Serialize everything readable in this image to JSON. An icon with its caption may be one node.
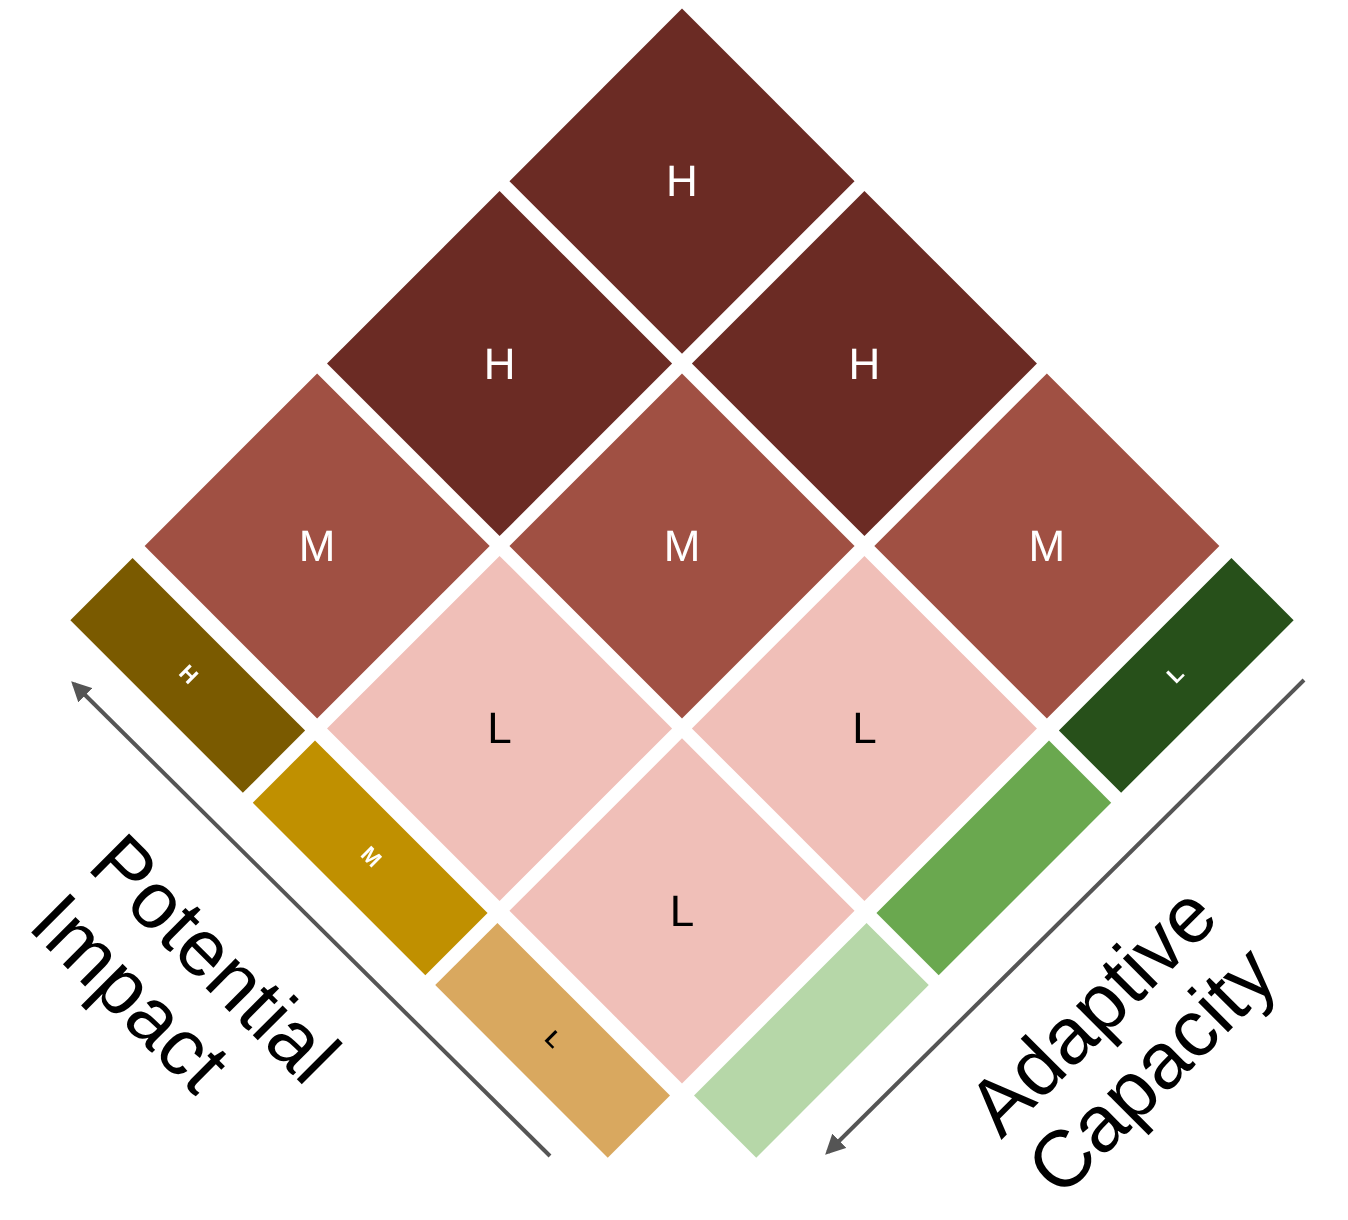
{
  "diagram": {
    "nodes": [
      {
        "text": [
          "H"
        ]
      },
      {
        "text": [
          "H"
        ]
      },
      {
        "text": [
          "H"
        ]
      },
      {
        "text": [
          "M"
        ]
      },
      {
        "text": [
          "M"
        ]
      },
      {
        "text": [
          "M"
        ]
      },
      {
        "text": [
          "L"
        ]
      },
      {
        "text": [
          "L"
        ]
      },
      {
        "text": [
          "L"
        ]
      },
      {
        "text": [
          "H"
        ]
      },
      {
        "text": [
          "M"
        ]
      },
      {
        "text": [
          "L"
        ]
      },
      {
        "text": [
          "L"
        ]
      },
      {
        "text": [],
        "shape": "bar"
      },
      {
        "text": [],
        "shape": "bar"
      }
    ],
    "edges": [],
    "labels": [
      "Potential Impact",
      "Adaptive Capacity"
    ]
  }
}
